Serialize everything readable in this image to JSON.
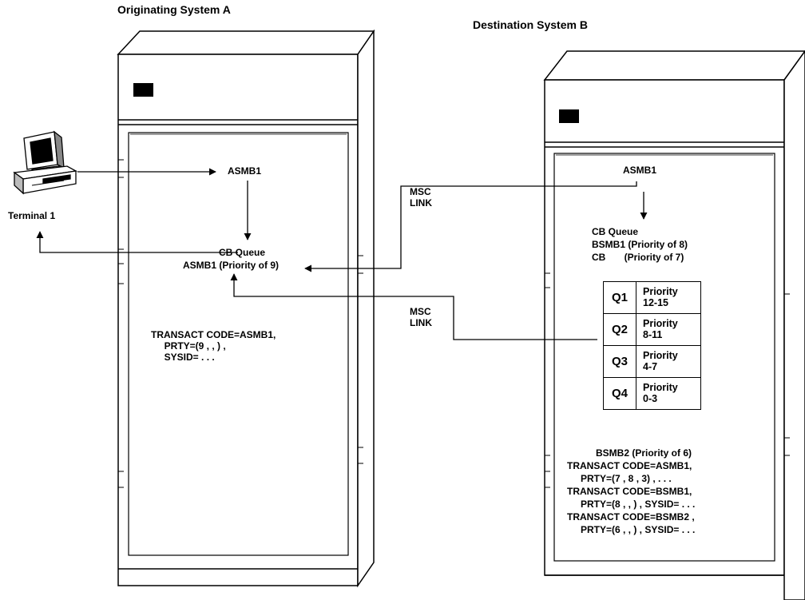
{
  "system_a": {
    "title": "Originating System A"
  },
  "system_b": {
    "title": "Destination System B"
  },
  "terminal": {
    "label": "Terminal 1"
  },
  "a_panel": {
    "asmb1": "ASMB1",
    "cb_queue": "CB Queue",
    "asmb1_priority": "ASMB1 (Priority of 9)",
    "transact": "TRANSACT CODE=ASMB1,\n     PRTY=(9 , , ) ,\n     SYSID= . . ."
  },
  "links": {
    "upper": "MSC\nLINK",
    "lower": "MSC\nLINK"
  },
  "b_panel": {
    "asmb1": "ASMB1",
    "cb_queue": "CB Queue",
    "bsmb1_priority": "BSMB1 (Priority of 8)",
    "cb_priority": "CB       (Priority of 7)",
    "queues": [
      {
        "name": "Q1",
        "priority": "Priority\n12-15"
      },
      {
        "name": "Q2",
        "priority": "Priority\n8-11"
      },
      {
        "name": "Q3",
        "priority": "Priority\n4-7"
      },
      {
        "name": "Q4",
        "priority": "Priority\n0-3"
      }
    ],
    "bsmb2_priority": "BSMB2 (Priority of 6)",
    "transact_lines": [
      "TRANSACT CODE=ASMB1,",
      "PRTY=(7 , 8 , 3) , . . .",
      "TRANSACT CODE=BSMB1,",
      "PRTY=(8 , , ) , SYSID= . . .",
      "TRANSACT CODE=BSMB2 ,",
      "PRTY=(6 , , ) , SYSID= . . ."
    ]
  }
}
